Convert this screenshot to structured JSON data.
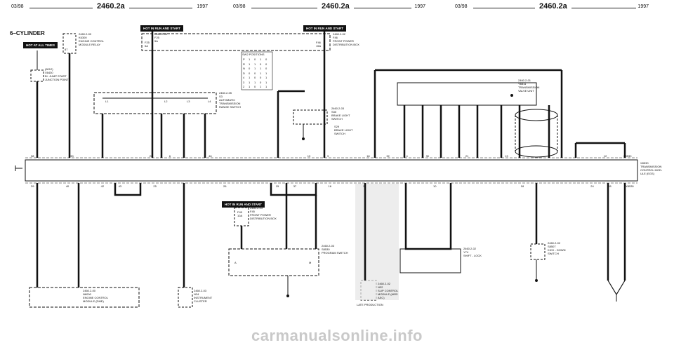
{
  "header": {
    "panels": [
      {
        "date": "03/98",
        "code": "2460.2a",
        "year": "1997"
      },
      {
        "date": "03/98",
        "code": "2460.2a",
        "year": "1997"
      },
      {
        "date": "03/98",
        "code": "2460.2a",
        "year": "1997"
      }
    ]
  },
  "diagram": {
    "title": "6–CYLINDER",
    "badges": {
      "hot_at_all_times": "HOT AT ALL TIMES",
      "hot_run_start_1": "HOT IN RUN AND START",
      "hot_run_start_2": "HOT IN RUN AND START",
      "hot_run_start_3": "HOT IN RUN AND START"
    },
    "components": {
      "jump_start": "(6012)\nX6430\nB+ JUMP START\nJUNCTION POINT",
      "ecm_relay": "2460.2-00\nK6300\nENGINE CONTROL\nMODULE RELAY",
      "fuse_f25": "2460.2-05\nF25\n5A",
      "fuse_f46": "2460.2-02\nF46\nFRONT POWER\nDISTRIBUTION BOX",
      "range_switch": "2460.2-05\nS3\nAUTOMATIC\nTRANSMISSION\nRANGE SWITCH",
      "brake_switch": "2460.2-03\nS30\nBRAKE LIGHT\nSWITCH",
      "brake_switch_2": "S29\nBRAKE LIGHT\nSWITCH",
      "valve_unit": "2460.2-01\nY6511\nTRANSMISSION\nVALVE UNIT",
      "tcm": "X8530\nTRANSMISSION\nCONTROL MOD-\nULE (EGS)",
      "fuse_f45": "2460.2-03\nF45\nFRONT POWER\nDISTRIBUTION BOX",
      "program_switch": "2460.2-03\nS8530\nPROGRAM SWITCH",
      "shift_lock": "2460.2-02\nY74\nSHIFT - LOCK",
      "kickdown": "2460.2-02\nS8507\nKICK - DOWN\nSWITCH",
      "ecm": "2460.2-00\nN6000\nENGINE CONTROL\nMODULE (DME)",
      "cluster": "2460.2-03\nN34\nINSTRUMENT\nCLUSTER",
      "asc": "2460.2-02\nN32\nSLIP CONTROL\nMODULE (ABS/\nASC)",
      "late_production": "LATE PRODUCTION"
    },
    "pins_top": [
      "38",
      "",
      "30",
      "",
      "",
      "",
      "22",
      "6",
      "",
      "46",
      "",
      "",
      "",
      "",
      "19",
      "3",
      "",
      "18",
      "32",
      "4",
      "30",
      "",
      "21",
      "",
      "13",
      "",
      "",
      "",
      "",
      "12",
      "X8530"
    ],
    "pins_bottom": [
      "39",
      "",
      "40",
      "",
      "42",
      "43",
      "",
      "25",
      "",
      "",
      "",
      "26",
      "",
      "",
      "15",
      "37",
      "",
      "16",
      "",
      "5",
      "",
      "",
      "",
      "10",
      "",
      "",
      "",
      "",
      "18",
      "",
      "",
      "",
      "24",
      "28",
      "X8530"
    ],
    "range_table": {
      "header": "SW2 POSITIONS",
      "rows": [
        [
          "P",
          "1",
          "0",
          "1",
          "0"
        ],
        [
          "R",
          "1",
          "1",
          "0",
          "0"
        ],
        [
          "N",
          "0",
          "1",
          "1",
          "0"
        ],
        [
          "D",
          "0",
          "0",
          "1",
          "1"
        ],
        [
          "4",
          "1",
          "0",
          "0",
          "1"
        ],
        [
          "3",
          "1",
          "1",
          "0",
          "1"
        ],
        [
          "2",
          "1",
          "0",
          "1",
          "1"
        ]
      ]
    },
    "range_labels": [
      "L1",
      "L2",
      "L3",
      "L4"
    ],
    "wires_top": [
      "87",
      "F25\n5A",
      "F46\n15A",
      "X50"
    ],
    "prog_labels": [
      "A",
      "M"
    ],
    "fuse_f45_box": "F45\n10A"
  },
  "watermark": "carmanualsonline.info"
}
